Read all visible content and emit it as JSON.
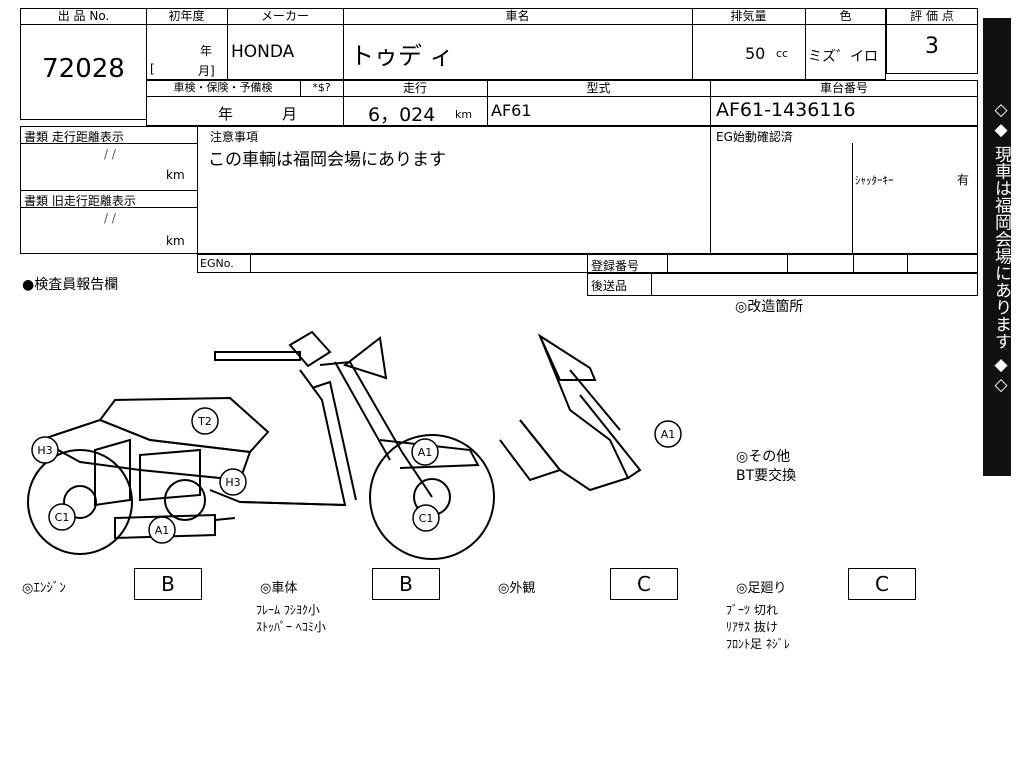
{
  "header": {
    "lot_no_label": "出 品 No.",
    "first_reg_label": "初年度",
    "maker_label": "メーカー",
    "car_name_label": "車名",
    "displacement_label": "排気量",
    "color_label": "色",
    "score_label": "評 価 点"
  },
  "values": {
    "lot_no": "72028",
    "year_unit": "年",
    "month_unit": "月]",
    "bracket_open": "[",
    "maker": "HONDA",
    "car_name": "トゥデ ィ",
    "displacement": "50",
    "cc": "cc",
    "color": "ミズ゛イロ",
    "score": "3"
  },
  "row2": {
    "inspection_label": "車検・保険・予備検",
    "sdollar_label": "*$?",
    "mileage_label": "走行",
    "model_label": "型式",
    "frame_label": "車台番号",
    "year": "年",
    "month": "月",
    "mileage": "6，024",
    "km": "km",
    "model": "AF61",
    "frame_no": "AF61-1436116"
  },
  "row3": {
    "doc_mileage_label": "書類 走行距離表示",
    "doc_old_mileage_label": "書類 旧走行距離表示",
    "slashes": "/   /",
    "km": "km",
    "notes_label": "注意事項",
    "notes_text": "この車輌は福岡会場にあります",
    "eg_label": "EG始動確認済",
    "shutter_key": "ｼｬｯﾀｰｷｰ",
    "shutter_val": "有",
    "egno_label": "EGNo.",
    "reg_no_label": "登録番号",
    "ship_label": "後送品"
  },
  "inspector_label": "●検査員報告欄",
  "modified_label": "◎改造箇所",
  "other_label": "◎その他",
  "other_text": "BT要交換",
  "banner_text": "◇◆ 現車は福岡会場にあります ◆◇",
  "diagram_marks": {
    "t2": "T2",
    "h3a": "H3",
    "h3b": "H3",
    "a1a": "A1",
    "a1b": "A1",
    "a1c": "A1",
    "c1a": "C1",
    "c1b": "C1"
  },
  "grades": {
    "engine_label": "◎ｴﾝｼﾞﾝ",
    "engine": "B",
    "body_label": "◎車体",
    "body": "B",
    "exterior_label": "◎外観",
    "exterior": "C",
    "suspension_label": "◎足廻り",
    "suspension": "C"
  },
  "body_notes": [
    "ﾌﾚｰﾑ ﾌｼﾖｸ小",
    "ｽﾄｯﾊﾟｰ ﾍｺﾐ小"
  ],
  "suspension_notes": [
    "ﾌﾞｰﾂ 切れ",
    "ﾘｱｻｽ 抜け",
    "ﾌﾛﾝﾄ足 ﾈｼﾞﾚ"
  ]
}
